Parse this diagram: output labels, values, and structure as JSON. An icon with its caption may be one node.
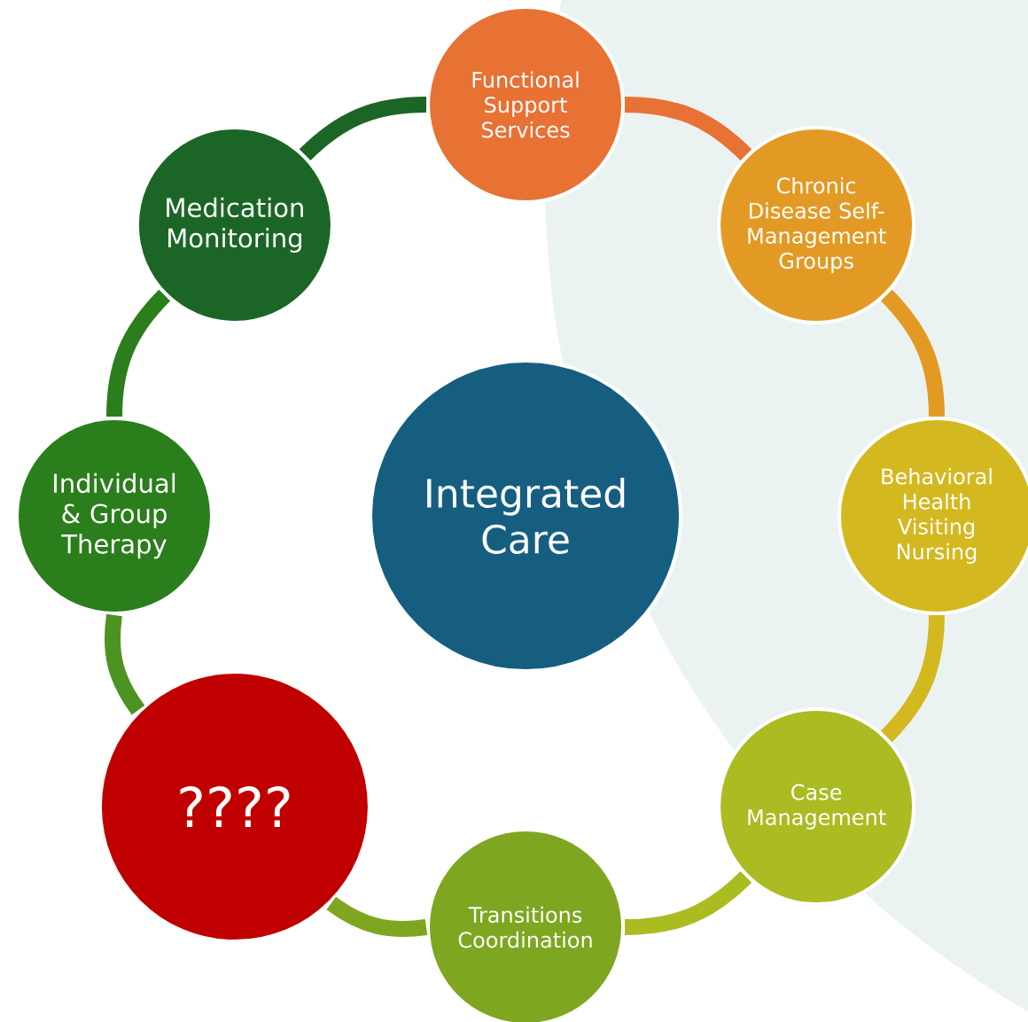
{
  "diagram": {
    "nodes": [
      {
        "text": [
          "Integrated Care"
        ]
      },
      {
        "text": [
          "Functional Support Services"
        ]
      },
      {
        "text": [
          "Chronic Disease Self-Management Groups"
        ]
      },
      {
        "text": [
          "Behavioral Health Visiting Nursing"
        ]
      },
      {
        "text": [
          "Case Management"
        ]
      },
      {
        "text": [
          "Transitions Coordination"
        ]
      },
      {
        "text": [
          "????"
        ]
      },
      {
        "text": [
          "Individual & Group Therapy"
        ]
      },
      {
        "text": [
          "Medication Monitoring"
        ]
      }
    ],
    "edges": [
      {
        "from": 1,
        "to": 2,
        "arrow": "none",
        "color": "#e87134"
      },
      {
        "from": 2,
        "to": 3,
        "arrow": "none",
        "color": "#e39a25"
      },
      {
        "from": 3,
        "to": 4,
        "arrow": "none",
        "color": "#d4b820"
      },
      {
        "from": 4,
        "to": 5,
        "arrow": "none",
        "color": "#abbb22"
      },
      {
        "from": 5,
        "to": 6,
        "arrow": "none",
        "color": "#7ea620"
      },
      {
        "from": 6,
        "to": 7,
        "arrow": "none",
        "color": "#4d9322"
      },
      {
        "from": 7,
        "to": 8,
        "arrow": "none",
        "color": "#2a7e1c"
      },
      {
        "from": 8,
        "to": 1,
        "arrow": "none",
        "color": "#1b6626"
      }
    ]
  }
}
